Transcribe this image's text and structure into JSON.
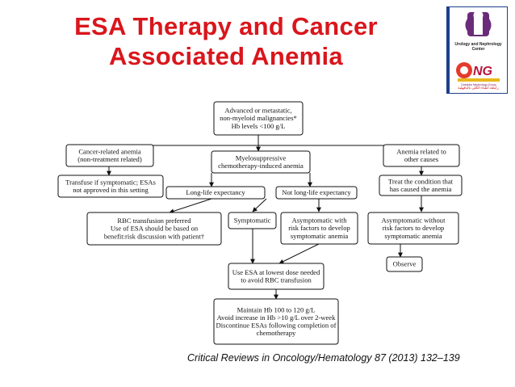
{
  "slide": {
    "title_lines": [
      "ESA Therapy and Cancer",
      "Associated Anemia"
    ],
    "citation": "Critical Reviews in Oncology/Hematology 87 (2013) 132–139"
  },
  "logos": {
    "top_label": "Urology and Nephrology Center",
    "top_icon": "kidney-logo-icon",
    "bottom_icon": "dng-logo-icon",
    "bottom_label": "رابطة أطباء الكلى بالدقهلية",
    "bottom_caption": "Dakahlia Nephrology Group"
  },
  "flowchart": {
    "root": [
      "Advanced or metastatic,",
      "non-myeloid malignancies*",
      "Hb levels <100 g/L"
    ],
    "cancer_related": [
      "Cancer-related anemia",
      "(non-treatment related)"
    ],
    "myelosuppressive": [
      "Myelosuppressive",
      "chemotherapy-induced anemia"
    ],
    "anemia_other": [
      "Anemia related to",
      "other causes"
    ],
    "transfuse": [
      "Transfuse if symptomatic; ESAs",
      "not approved in this setting"
    ],
    "long_life": [
      "Long-life expectancy"
    ],
    "not_long_life": [
      "Not long-life expectancy"
    ],
    "treat_condition": [
      "Treat the condition that",
      "has caused the anemia"
    ],
    "rbc_transfusion": [
      "RBC transfusion preferred",
      "Use of ESA should be based on",
      "benefit:risk discussion with patient†"
    ],
    "symptomatic": [
      "Symptomatic"
    ],
    "asym_with": [
      "Asymptomatic with",
      "risk factors to develop",
      "symptomatic anemia"
    ],
    "asym_without": [
      "Asymptomatic without",
      "risk factors to develop",
      "symptomatic anemia"
    ],
    "observe": [
      "Observe"
    ],
    "use_esa": [
      "Use ESA at lowest dose needed",
      "to avoid RBC transfusion"
    ],
    "maintain": [
      "Maintain Hb 100 to 120 g/L",
      "Avoid increase in Hb  >10 g/L over 2-week",
      "Discontinue ESAs following completion of",
      "chemotherapy"
    ]
  }
}
